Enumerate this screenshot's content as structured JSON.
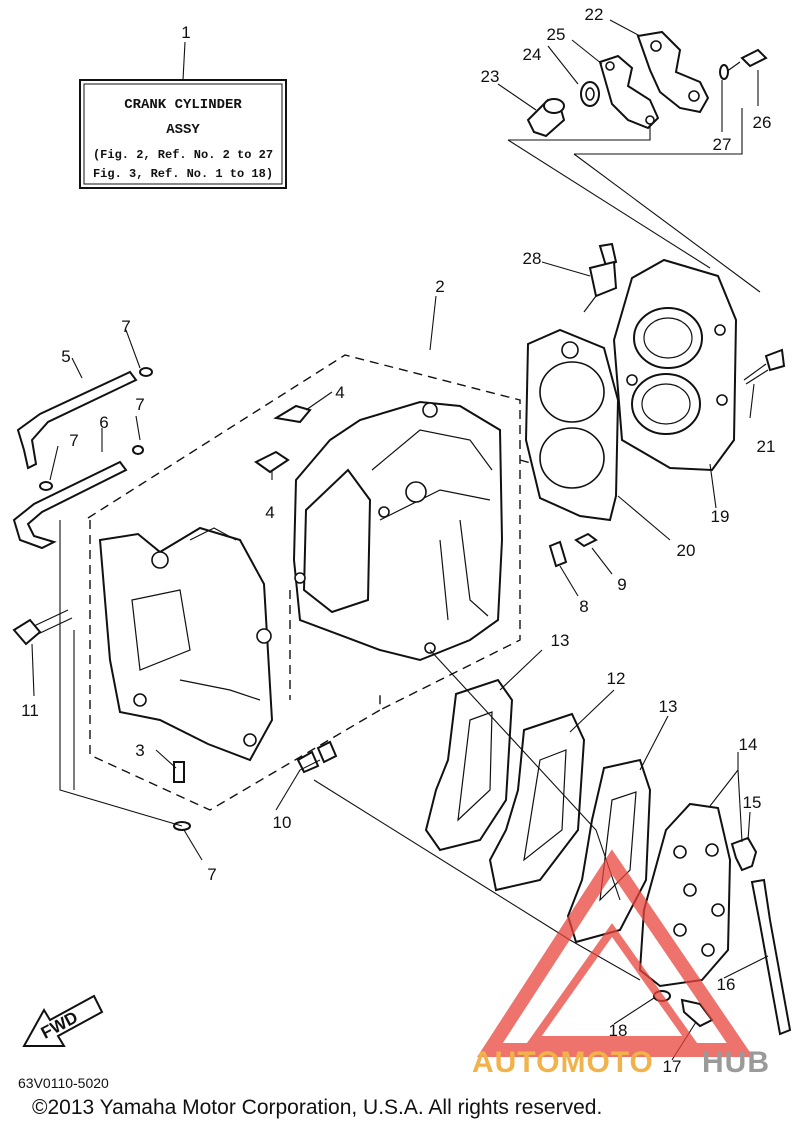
{
  "assy_box": {
    "line1": "CRANK CYLINDER",
    "line2": "ASSY",
    "line3": "(Fig. 2, Ref. No. 2 to 27",
    "line4": "Fig. 3, Ref. No. 1 to 18)"
  },
  "callouts": {
    "c1": "1",
    "c2": "2",
    "c3": "3",
    "c4a": "4",
    "c4b": "4",
    "c5": "5",
    "c6": "6",
    "c7a": "7",
    "c7b": "7",
    "c7c": "7",
    "c7d": "7",
    "c8": "8",
    "c9": "9",
    "c10": "10",
    "c11": "11",
    "c12": "12",
    "c13a": "13",
    "c13b": "13",
    "c14": "14",
    "c15": "15",
    "c16": "16",
    "c17": "17",
    "c18": "18",
    "c19": "19",
    "c20": "20",
    "c21": "21",
    "c22": "22",
    "c23": "23",
    "c24": "24",
    "c25": "25",
    "c26": "26",
    "c27": "27",
    "c28": "28"
  },
  "fwd_label": "FWD",
  "drawing_code": "63V0110-5020",
  "copyright": "©2013 Yamaha Motor Corporation, U.S.A. All rights reserved.",
  "watermark": {
    "part1": "AUTOMOTO",
    "part2": "HUB"
  },
  "colors": {
    "ink": "#111111",
    "watermark_red": "#e8453c",
    "watermark_orange": "#f2b24a",
    "watermark_gray": "#9a9a9a"
  }
}
